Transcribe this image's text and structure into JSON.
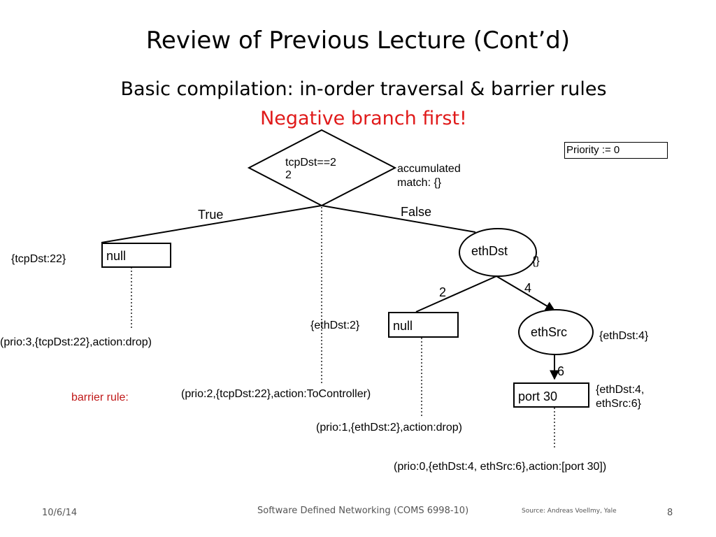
{
  "slide": {
    "title": "Review of Previous Lecture (Cont’d)",
    "subtitle": "Basic compilation: in-order traversal & barrier rules",
    "emphasis": "Negative branch first!",
    "accent_color": "#e01a1a"
  },
  "priority_box": {
    "label": "Priority := 0"
  },
  "tree": {
    "root": {
      "label_line1": "tcpDst==2",
      "label_line2": "2"
    },
    "accumulated_match": {
      "line1": "accumulated",
      "line2": "match: {}"
    },
    "edge_true": "True",
    "edge_false": "False",
    "null_left": {
      "label": "null",
      "match": "{tcpDst:22}"
    },
    "ethDst_node": {
      "label": "ethDst",
      "match": "{}"
    },
    "edge_2": "2",
    "edge_4": "4",
    "null_right": {
      "label": "null",
      "match": "{ethDst:2}"
    },
    "ethSrc_node": {
      "label": "ethSrc",
      "match": "{ethDst:4}"
    },
    "edge_6": "6",
    "port_leaf": {
      "label": "port 30",
      "match_line1": "{ethDst:4,",
      "match_line2": "ethSrc:6}"
    }
  },
  "rules": {
    "rule_prio3": "(prio:3,{tcpDst:22},action:drop)",
    "barrier_label": "barrier rule:",
    "rule_prio2": "(prio:2,{tcpDst:22},action:ToController)",
    "rule_prio1": "(prio:1,{ethDst:2},action:drop)",
    "rule_prio0": "(prio:0,{ethDst:4, ethSrc:6},action:[port 30])"
  },
  "footer": {
    "date": "10/6/14",
    "course": "Software Defined Networking (COMS 6998-10)",
    "source": "Source: Andreas Voellmy, Yale",
    "page": "8"
  }
}
